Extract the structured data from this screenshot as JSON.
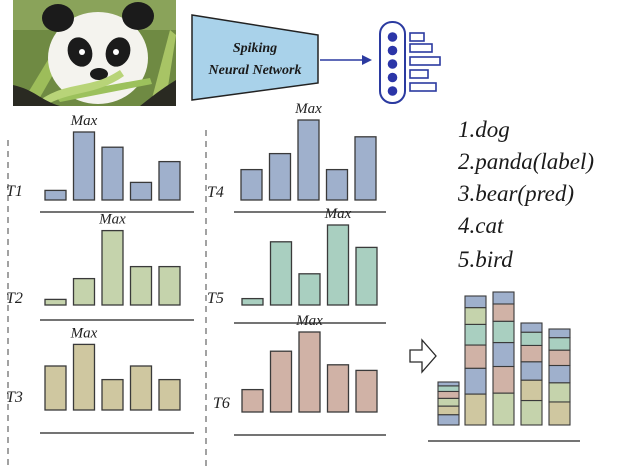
{
  "network": {
    "line1": "Spiking",
    "line2": "Neural Network"
  },
  "panda_image": {
    "subject": "giant panda eating bamboo"
  },
  "colors": {
    "blue_bar": "#9fb0cc",
    "green_bar": "#c5d3ac",
    "tan_bar": "#cfc7a0",
    "teal_bar": "#a9cfc0",
    "pink_bar": "#d0b2a6",
    "network_fill": "#a9d2ea",
    "neuron": "#2b35a8"
  },
  "max_label": "Max",
  "panels": [
    {
      "id": "T1",
      "label": "T1",
      "color": "blue_bar",
      "values": [
        0.12,
        0.85,
        0.66,
        0.22,
        0.48
      ],
      "max_index": 1
    },
    {
      "id": "T2",
      "label": "T2",
      "color": "green_bar",
      "values": [
        0.07,
        0.33,
        0.93,
        0.48,
        0.48
      ],
      "max_index": 2
    },
    {
      "id": "T3",
      "label": "T3",
      "color": "tan_bar",
      "values": [
        0.55,
        0.82,
        0.38,
        0.55,
        0.38
      ],
      "max_index": 1
    },
    {
      "id": "T4",
      "label": "T4",
      "color": "blue_bar",
      "values": [
        0.38,
        0.58,
        1.0,
        0.38,
        0.79
      ],
      "max_index": 2
    },
    {
      "id": "T5",
      "label": "T5",
      "color": "teal_bar",
      "values": [
        0.08,
        0.79,
        0.39,
        1.0,
        0.72
      ],
      "max_index": 3
    },
    {
      "id": "T6",
      "label": "T6",
      "color": "pink_bar",
      "values": [
        0.28,
        0.76,
        1.0,
        0.59,
        0.52
      ],
      "max_index": 2
    }
  ],
  "ranking": [
    "1.dog",
    "2.panda(label)",
    "3.bear(pred)",
    "4.cat",
    "5.bird"
  ],
  "stacked": {
    "columns": [
      [
        "blue_bar",
        "tan_bar",
        "green_bar",
        "pink_bar",
        "teal_bar",
        "blue_bar"
      ],
      [
        "tan_bar",
        "blue_bar",
        "pink_bar",
        "teal_bar",
        "green_bar",
        "blue_bar"
      ],
      [
        "green_bar",
        "pink_bar",
        "blue_bar",
        "teal_bar",
        "pink_bar",
        "blue_bar"
      ],
      [
        "green_bar",
        "tan_bar",
        "blue_bar",
        "pink_bar",
        "teal_bar",
        "blue_bar"
      ],
      [
        "tan_bar",
        "green_bar",
        "blue_bar",
        "pink_bar",
        "teal_bar",
        "blue_bar"
      ]
    ]
  }
}
